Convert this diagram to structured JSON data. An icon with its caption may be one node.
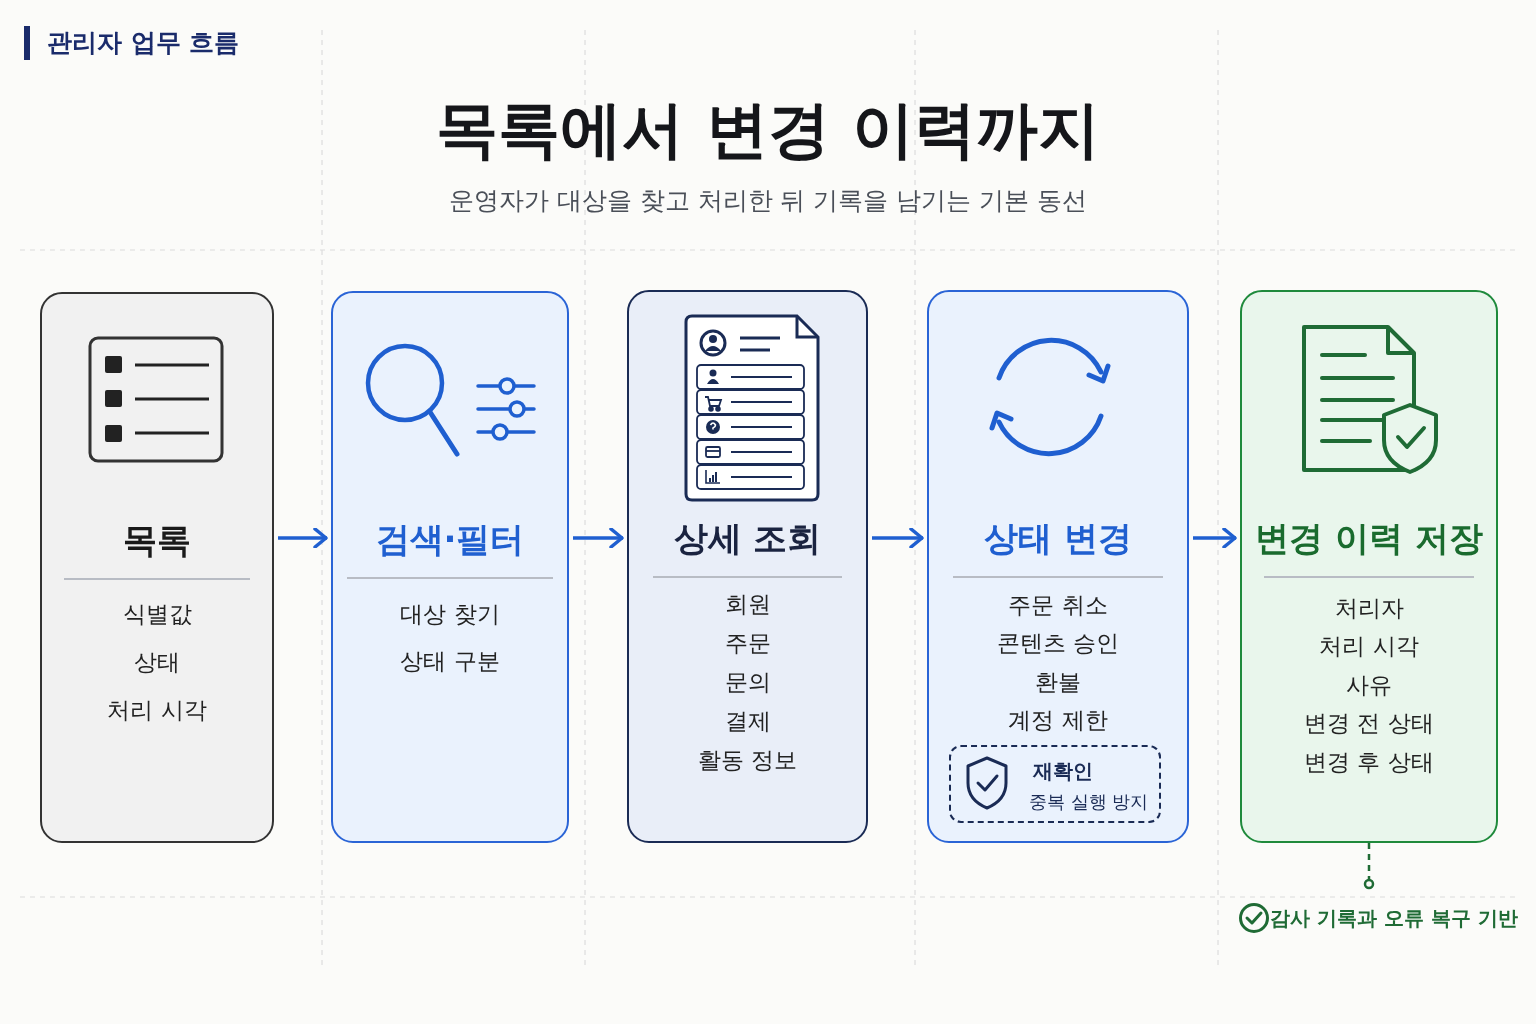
{
  "diagram": {
    "title": "목록에서 변경 이력까지",
    "nodes": [
      {
        "text": [
          "목록",
          "식별값",
          "상태",
          "처리 시각"
        ]
      },
      {
        "text": [
          "검색·필터",
          "대상 찾기",
          "상태 구분"
        ]
      },
      {
        "text": [
          "상세 조회",
          "회원",
          "주문",
          "문의",
          "결제",
          "활동 정보"
        ]
      },
      {
        "text": [
          "상태 변경",
          "주문 취소",
          "콘텐츠 승인",
          "환불",
          "계정 제한"
        ]
      },
      {
        "text": [
          "재확인",
          "중복 실행 방지"
        ],
        "in": 3
      },
      {
        "text": [
          "변경 이력 저장",
          "처리자",
          "처리 시각",
          "사유",
          "변경 전 상태",
          "변경 후 상태"
        ]
      },
      {
        "text": [
          "감사 기록과 오류 복구 기반"
        ]
      }
    ],
    "edges": [
      {
        "from": 0,
        "to": 1,
        "arrow": "to"
      },
      {
        "from": 1,
        "to": 2,
        "arrow": "to"
      },
      {
        "from": 2,
        "to": 3,
        "arrow": "to"
      },
      {
        "from": 3,
        "to": 5,
        "arrow": "to"
      },
      {
        "from": 5,
        "to": 6,
        "arrow": "other",
        "style": "dashed",
        "color": "#1f6b35"
      }
    ],
    "labels": [
      "관리자 업무 흐름",
      "운영자가 대상을 찾고 처리한 뒤 기록을 남기는 기본 동선"
    ]
  }
}
